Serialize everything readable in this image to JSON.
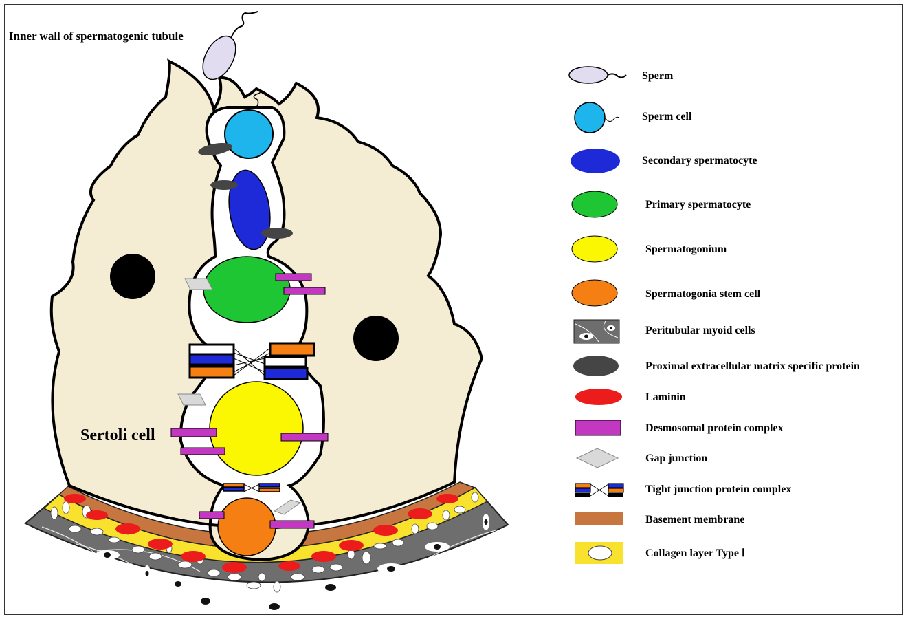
{
  "diagram": {
    "title": "Inner wall of spermatogenic tubule",
    "sertoli_label": "Sertoli cell"
  },
  "colors": {
    "sertoli_cytoplasm": "#f5edd3",
    "sperm": "#e2dcf0",
    "sperm_cell": "#1eb4ec",
    "secondary_spermatocyte": "#1e2ad8",
    "primary_spermatocyte": "#1ec634",
    "spermatogonium": "#fbf702",
    "spermatogonia_stem_cell": "#f57f12",
    "ecm_protein": "#454545",
    "laminin": "#ec1c1c",
    "desmosomal": "#c338c0",
    "gap_junction": "#d9d9d9",
    "basement_membrane": "#c8763f",
    "collagen": "#f9e22e",
    "myoid": "#6e6e6e"
  },
  "legend": {
    "items": [
      {
        "key": "sperm",
        "label": "Sperm",
        "icon": "sperm-icon"
      },
      {
        "key": "sperm-cell",
        "label": "Sperm cell",
        "icon": "sperm-cell-icon"
      },
      {
        "key": "secondary-spermatocyte",
        "label": "Secondary spermatocyte",
        "icon": "blue-ellipse-icon"
      },
      {
        "key": "primary-spermatocyte",
        "label": "Primary spermatocyte",
        "icon": "green-ellipse-icon"
      },
      {
        "key": "spermatogonium",
        "label": "Spermatogonium",
        "icon": "yellow-ellipse-icon"
      },
      {
        "key": "spermatogonia-stem-cell",
        "label": "Spermatogonia stem cell",
        "icon": "orange-ellipse-icon"
      },
      {
        "key": "peritubular-myoid-cells",
        "label": "Peritubular myoid cells",
        "icon": "myoid-cell-icon"
      },
      {
        "key": "ecm-protein",
        "label": "Proximal extracellular matrix specific protein",
        "icon": "dark-ellipse-icon"
      },
      {
        "key": "laminin",
        "label": "Laminin",
        "icon": "red-ellipse-icon"
      },
      {
        "key": "desmosomal",
        "label": "Desmosomal protein complex",
        "icon": "magenta-rectangle-icon"
      },
      {
        "key": "gap-junction",
        "label": "Gap junction",
        "icon": "gray-rhombus-icon"
      },
      {
        "key": "tight-junction",
        "label": "Tight junction protein complex",
        "icon": "tight-junction-icon"
      },
      {
        "key": "basement-membrane",
        "label": "Basement membrane",
        "icon": "brown-bar-icon"
      },
      {
        "key": "collagen",
        "label": "Collagen layer Type Ⅰ",
        "icon": "collagen-icon"
      }
    ]
  }
}
